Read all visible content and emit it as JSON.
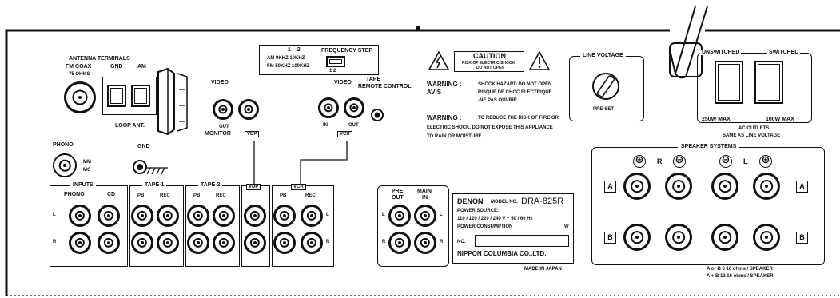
{
  "antenna": {
    "title": "ANTENNA TERMINALS",
    "fm_coax": "FM COAX",
    "ohms": "75 ohms",
    "gnd": "GND",
    "am": "AM",
    "loop": "LOOP ANT."
  },
  "freq_step": {
    "cols": [
      "1",
      "2"
    ],
    "title": "FREQUENCY STEP",
    "am_row": "AM  9kHz  10kHz",
    "fm_row": "FM 50kHz 100kHz",
    "switch_pos": "1    2"
  },
  "video_out": {
    "title": "VIDEO",
    "out": "OUT",
    "monitor": "MONITOR",
    "tag": "VDP"
  },
  "video_in": {
    "title": "VIDEO",
    "in": "IN",
    "out": "OUT",
    "tag": "VCR"
  },
  "tape_remote": {
    "line1": "TAPE",
    "line2": "REMOTE CONTROL"
  },
  "caution": {
    "title": "CAUTION",
    "sub1": "RISK OF ELECTRIC SHOCK",
    "sub2": "DO NOT OPEN",
    "warning_label": "WARNING :",
    "warning_text": "SHOCK HAZARD DO NOT OPEN.",
    "avis_label": "AVIS :",
    "avis_text": "RISQUE DE CHOC ELECTRIQUE",
    "avis_text2": "-NE PAS OUVRIR.",
    "warning2_label": "WARNING :",
    "warning2_text1": "TO REDUCE THE RISK OF FIRE OR",
    "warning2_text2": "ELECTRIC SHOCK, DO NOT EXPOSE THIS APPLIANCE",
    "warning2_text3": "TO RAIN OR MOISTURE."
  },
  "line_voltage": {
    "title": "LINE VOLTAGE",
    "preset": "PRE-SET"
  },
  "outlets": {
    "unswitched": "UNSWITCHED",
    "switched": "SWITCHED",
    "max1": "250W MAX",
    "max2": "100W MAX",
    "ac1": "AC OUTLETS",
    "ac2": "SAME AS LINE VOLTAGE"
  },
  "phono": {
    "label": "PHONO",
    "mm": "MM",
    "mc": "MC",
    "gnd": "GND"
  },
  "inputs": {
    "title": "INPUTS",
    "phono": "PHONO",
    "cd": "CD",
    "tape1": "TAPE-1",
    "tape2": "TAPE-2",
    "pb": "PB",
    "rec": "REC",
    "pb2": "PB",
    "rec2": "REC",
    "vdp": "VDP",
    "vcr": "VCR",
    "pb3": "PB",
    "rec3": "REC",
    "l": "L",
    "r": "R"
  },
  "preamp": {
    "pre": "PRE",
    "out": "OUT",
    "main": "MAIN",
    "in": "IN",
    "l": "L",
    "r": "R"
  },
  "model": {
    "brand": "DENON",
    "model_label": "MODEL NO.",
    "model": "DRA-825R",
    "power_source": "POWER SOURCE:",
    "voltage": "110 / 120 / 220 / 240 V ~ 50 / 60 Hz",
    "power": "POWER     CONSUMPTION",
    "w": "W",
    "no": "NO.",
    "maker": "NIPPON COLUMBIA CO.,LTD.",
    "made": "MADE IN JAPAN"
  },
  "speakers": {
    "title": "SPEAKER SYSTEMS",
    "r": "R",
    "l": "L",
    "a": "A",
    "b": "B",
    "spec1": "A or B   6   16 ohms / SPEAKER",
    "spec2": "A + B  12   16 ohms / SPEAKER",
    "plus": "⊕",
    "minus": "⊖"
  },
  "colors": {
    "ink": "#111111",
    "paper": "#ffffff"
  }
}
